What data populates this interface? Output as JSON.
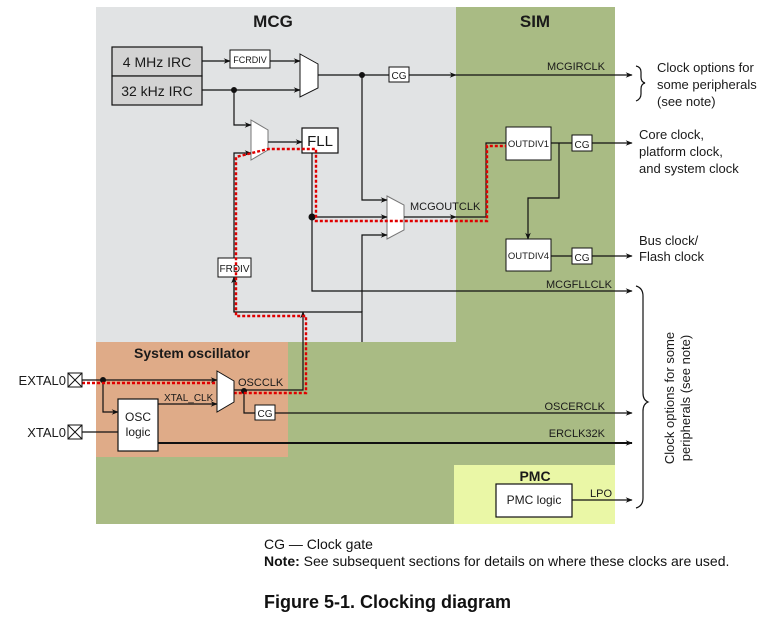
{
  "regions": {
    "mcg": {
      "label": "MCG",
      "color": "#e1e3e4"
    },
    "sim": {
      "label": "SIM",
      "color": "#a9bb84"
    },
    "sysosc": {
      "label": "System oscillator",
      "color": "#dfab88"
    },
    "pmc": {
      "label": "PMC",
      "color": "#eaf7a6"
    }
  },
  "blocks": {
    "irc4m": "4 MHz IRC",
    "irc32k": "32 kHz IRC",
    "fcrdiv": "FCRDIV",
    "fll": "FLL",
    "frdiv": "FRDIV",
    "cg": "CG",
    "outdiv1": "OUTDIV1",
    "outdiv4": "OUTDIV4",
    "osc_logic_1": "OSC",
    "osc_logic_2": "logic",
    "pmc_logic": "PMC logic"
  },
  "signals": {
    "mcgirclk": "MCGIRCLK",
    "mcgoutclk": "MCGOUTCLK",
    "mcgfllclk": "MCGFLLCLK",
    "oscclk": "OSCCLK",
    "xtal_clk": "XTAL_CLK",
    "oscerclk": "OSCERCLK",
    "erclk32k": "ERCLK32K",
    "lpo": "LPO"
  },
  "pins": {
    "extal0": "EXTAL0",
    "xtal0": "XTAL0"
  },
  "outputs": {
    "clk_opts_top": [
      "Clock options for",
      "some peripherals",
      "(see note)"
    ],
    "core": [
      "Core clock,",
      "platform clock,",
      "and system clock"
    ],
    "bus": [
      "Bus clock/",
      "Flash clock"
    ],
    "clk_opts_side": [
      "Clock options for some",
      "peripherals (see note)"
    ]
  },
  "legend": {
    "cg_def": "CG — Clock gate",
    "note_label": "Note:",
    "note_text": " See subsequent sections for details on where these clocks are used."
  },
  "figure_title": "Figure 5-1. Clocking diagram",
  "colors": {
    "highlight_path": "#e00000"
  }
}
